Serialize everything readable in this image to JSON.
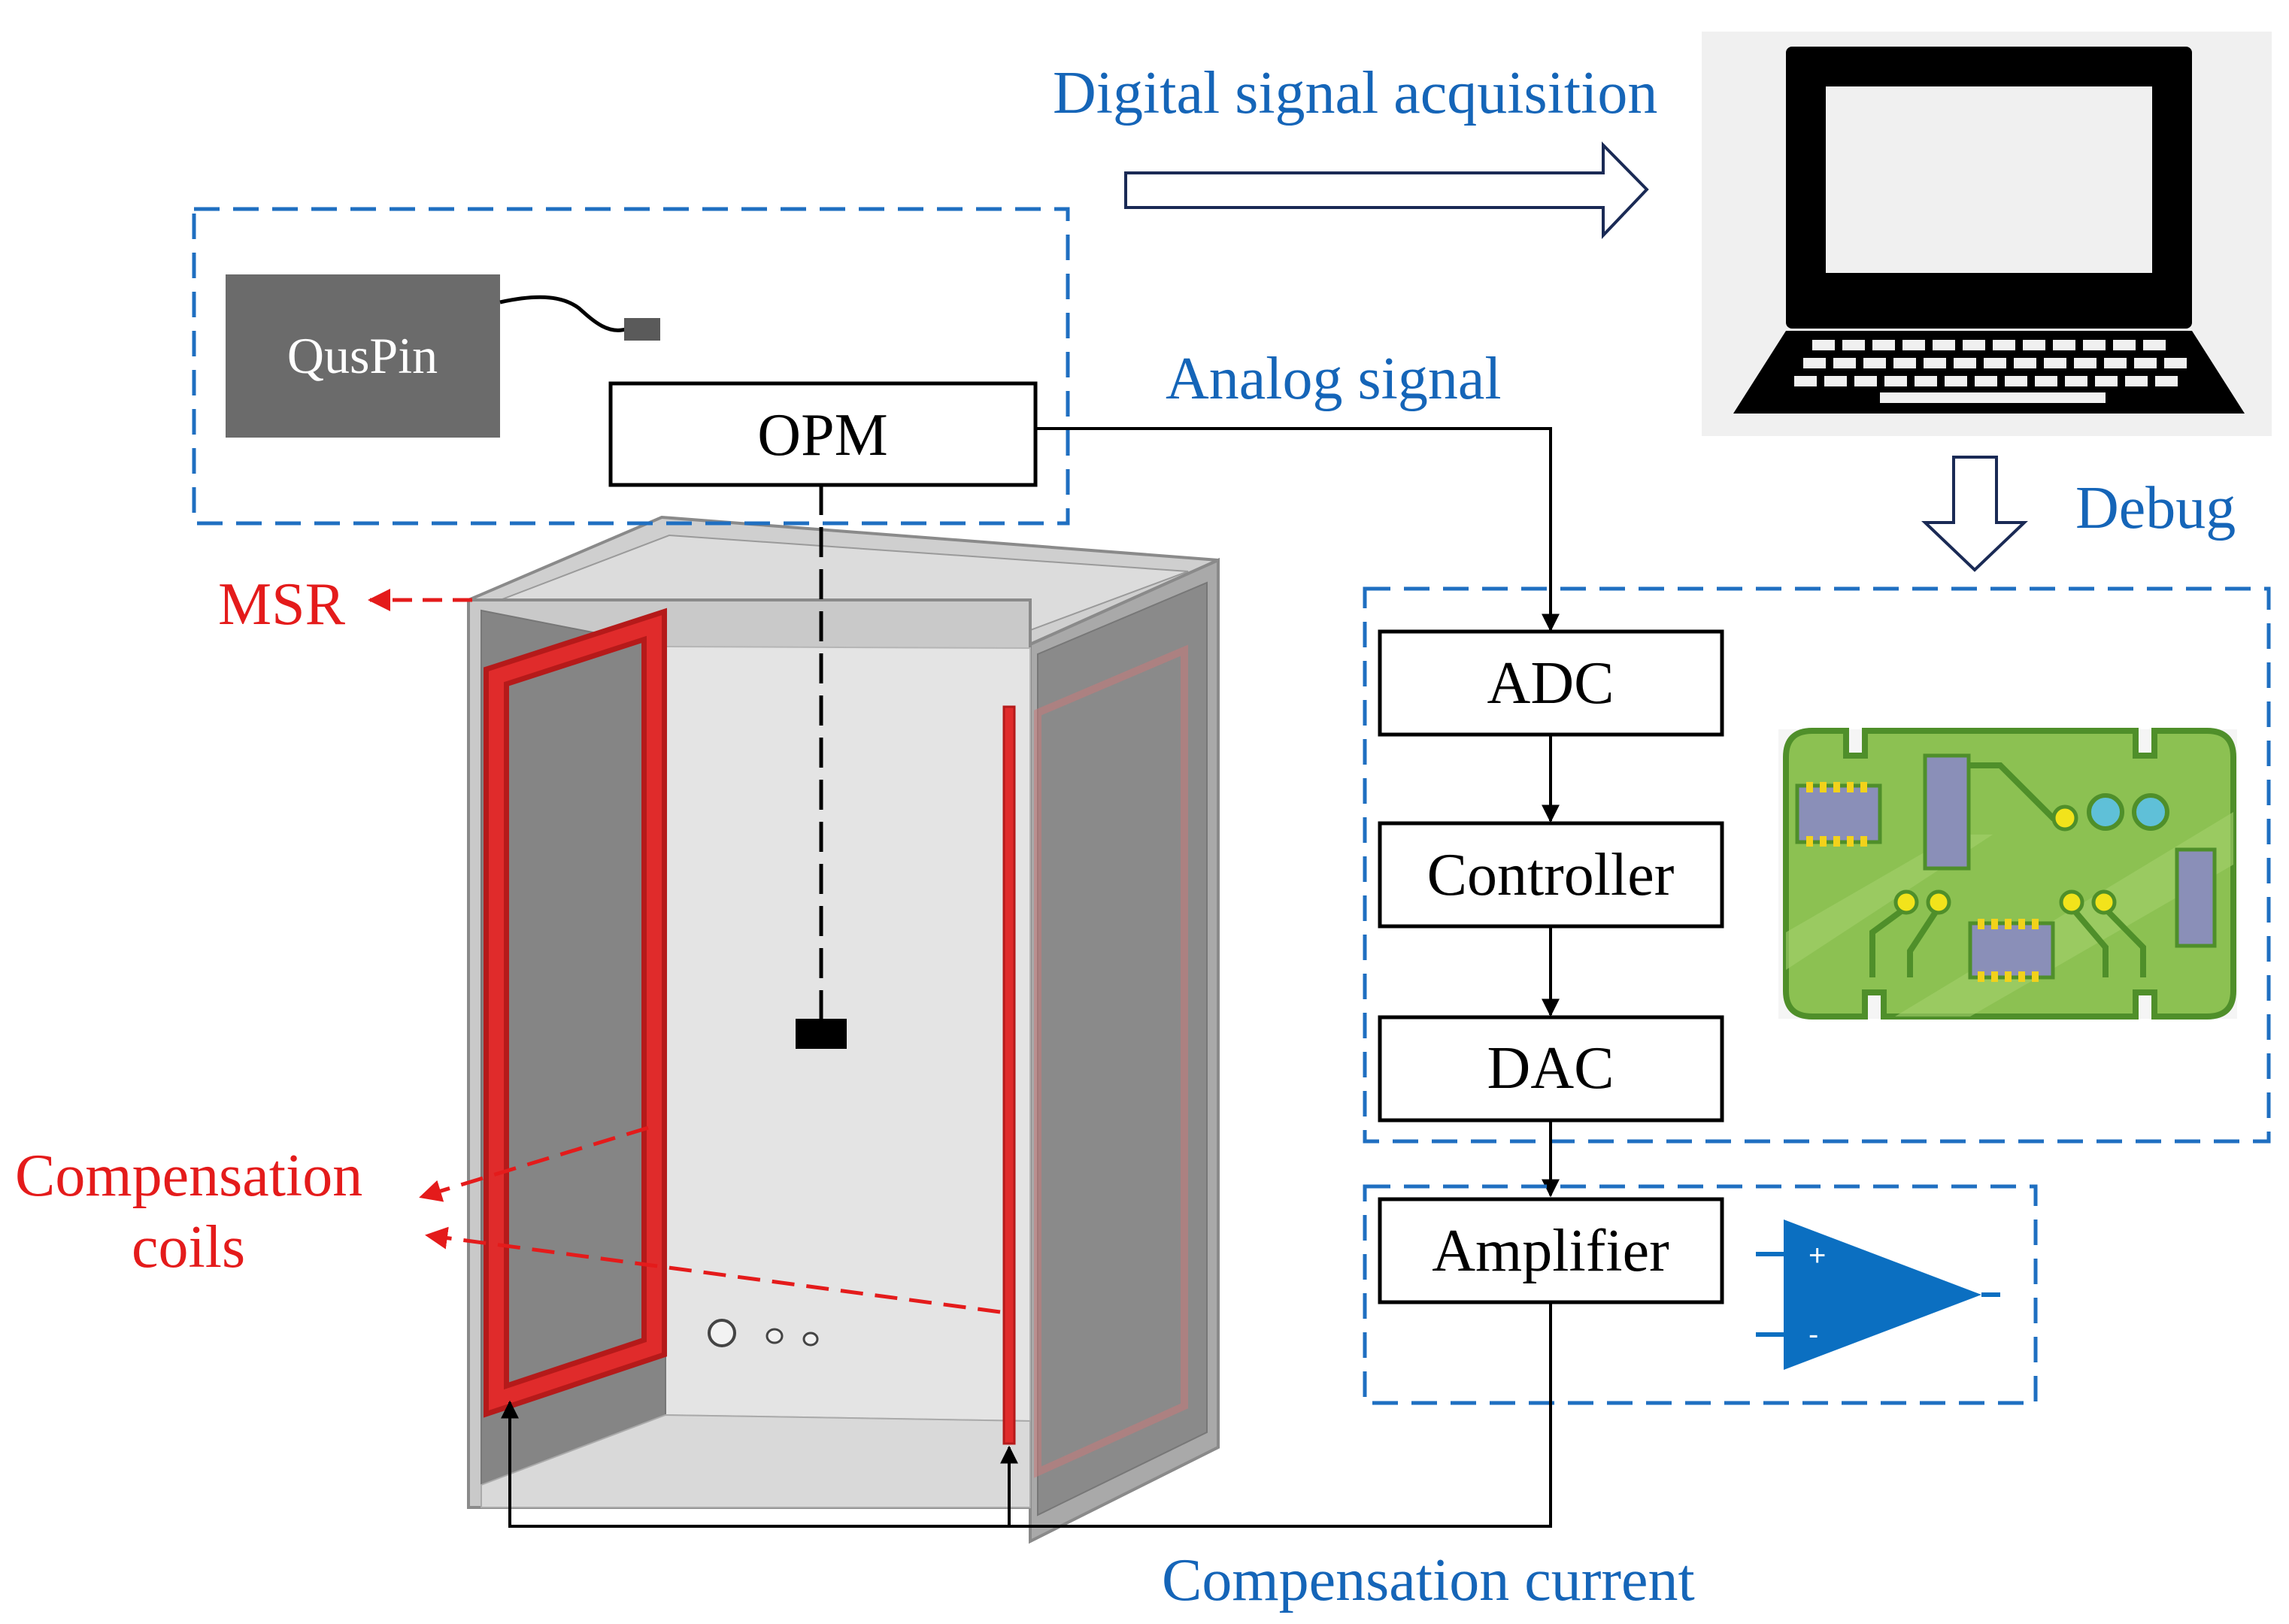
{
  "labels": {
    "digital_signal": "Digital signal acquisition",
    "analog_signal": "Analog signal",
    "debug": "Debug",
    "compensation_current": "Compensation current",
    "msr": "MSR",
    "compensation_coils_line1": "Compensation",
    "compensation_coils_line2": "coils"
  },
  "blocks": {
    "qus_pin": "QusPin",
    "opm": "OPM",
    "adc": "ADC",
    "controller": "Controller",
    "dac": "DAC",
    "amplifier": "Amplifier"
  },
  "amp_symbol": {
    "plus": "+",
    "minus": "-"
  },
  "colors": {
    "accent_blue": "#1565b8",
    "dashed_box_blue": "#1f6fc1",
    "highlight_red": "#e41b1b",
    "coil_red": "#d42020",
    "qus_pin_gray": "#6b6b6b",
    "pcb_green": "#8cc152",
    "op_amp_blue": "#0b6fc1"
  },
  "icons": {
    "computer": "laptop-icon",
    "board": "circuit-board-icon",
    "op_amp": "op-amp-icon"
  }
}
